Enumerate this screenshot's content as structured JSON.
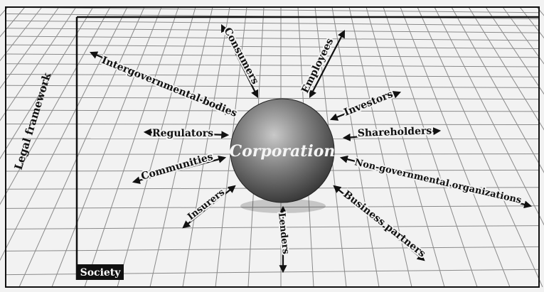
{
  "diagram": {
    "center_label": "Corporation",
    "society_label": "Society",
    "legal_label": "Legal framework",
    "stakeholders": [
      {
        "id": "consumers",
        "label": "Consumers"
      },
      {
        "id": "employees",
        "label": "Employees"
      },
      {
        "id": "intergovernmental",
        "label": "Intergovernmental bodies"
      },
      {
        "id": "investors",
        "label": "Investors"
      },
      {
        "id": "shareholders",
        "label": "Shareholders"
      },
      {
        "id": "regulators",
        "label": "Regulators"
      },
      {
        "id": "communities",
        "label": "Communities"
      },
      {
        "id": "ngos",
        "label": "Non-governmental organizations"
      },
      {
        "id": "insurers",
        "label": "Insurers"
      },
      {
        "id": "lenders",
        "label": "Lenders"
      },
      {
        "id": "business_partners",
        "label": "Business partners"
      }
    ]
  },
  "colors": {
    "sphere_light": "#b8b8b8",
    "sphere_dark": "#2a2a2a",
    "frame": "#111111",
    "society_badge_bg": "#111111",
    "society_badge_text": "#ffffff"
  }
}
